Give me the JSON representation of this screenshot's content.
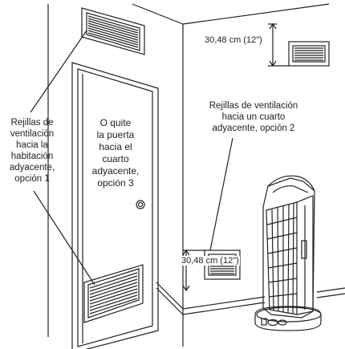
{
  "labels": {
    "option1": [
      "Rejillas de",
      "ventilación",
      "hacia la",
      "habitación",
      "adyacente,",
      "opción 1"
    ],
    "option3": [
      "O quite",
      "la puerta",
      "hacia el",
      "cuarto",
      "adyacente,",
      "opción 3"
    ],
    "option2": [
      "Rejillas de ventilación",
      "hacia un cuarto",
      "adyacente, opción 2"
    ]
  },
  "measurements": {
    "top": "30,48 cm (12\")",
    "bottom": "30,48 cm (12\")"
  }
}
